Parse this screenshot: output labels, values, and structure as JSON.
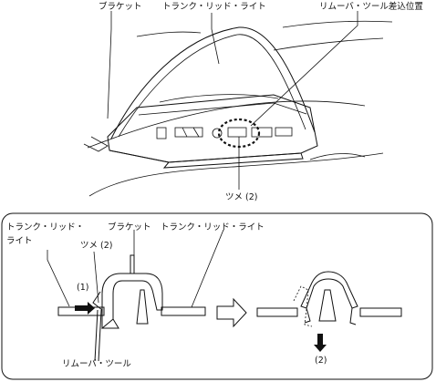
{
  "top_view": {
    "bracket_label": "ブラケット",
    "lamp_label": "トランク・リッド・ライト",
    "slot_label": "リムーバ・ツール差込位置",
    "claw_label": "ツメ (2)"
  },
  "detail_view": {
    "lid_label_line1": "トランク・リッド・",
    "lid_label_line2": "ライト",
    "bracket_label": "ブラケット",
    "lamp_label": "トランク・リッド・ライト",
    "claw_label": "ツメ (2)",
    "step1_label": "(1)",
    "step2_label": "(2)",
    "tool_label": "リムーバ・ツール"
  }
}
